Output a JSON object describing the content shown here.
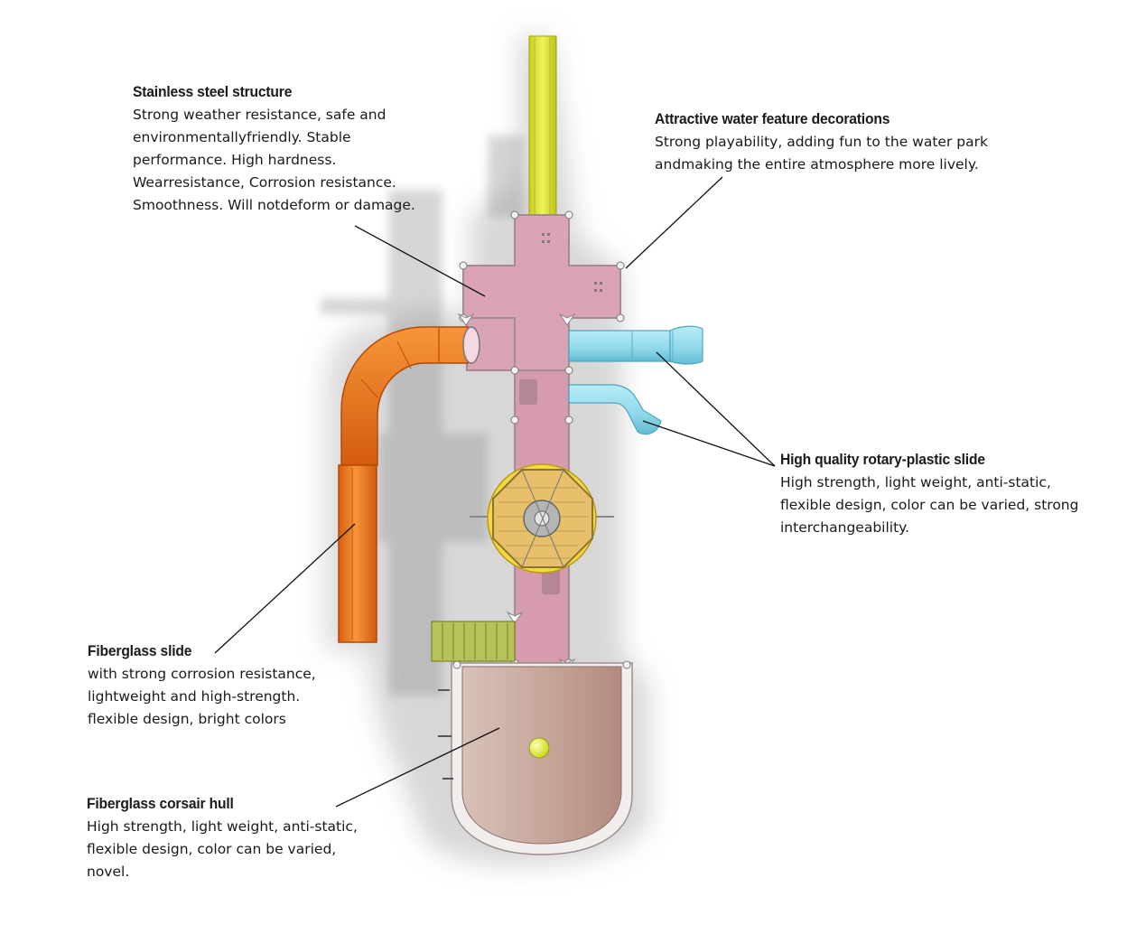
{
  "callouts": {
    "stainless": {
      "title": "Stainless steel structure",
      "lines": [
        "Strong weather resistance, safe and",
        "environmentallyfriendly. Stable",
        "performance. High hardness.",
        "Wearresistance, Corrosion resistance.",
        "Smoothness. Will notdeform or damage."
      ]
    },
    "water": {
      "title": "Attractive water feature decorations",
      "lines": [
        "Strong playability, adding fun to the water park",
        "andmaking the entire atmosphere more lively."
      ]
    },
    "rotary": {
      "title": "High quality rotary-plastic slide",
      "lines": [
        "High strength, light weight, anti-static,",
        "flexible design, color can be varied, strong",
        "interchangeability."
      ]
    },
    "fiberglass": {
      "title": "Fiberglass slide",
      "lines": [
        "with strong corrosion resistance,",
        "lightweight and high-strength.",
        "flexible design, bright colors"
      ]
    },
    "hull": {
      "title": "Fiberglass corsair hull",
      "lines": [
        "High strength, light weight, anti-static,",
        "flexible design, color can be varied,",
        "novel."
      ]
    }
  },
  "colors": {
    "tower_pink": "#d8a0b0",
    "yellow_slide": "#dde63a",
    "orange_slide": "#f07a1e",
    "blue_slide": "#8fd8ea",
    "hull": "#bb968c",
    "octagon_yellow": "#f1d43a",
    "leader_line": "#111111"
  }
}
